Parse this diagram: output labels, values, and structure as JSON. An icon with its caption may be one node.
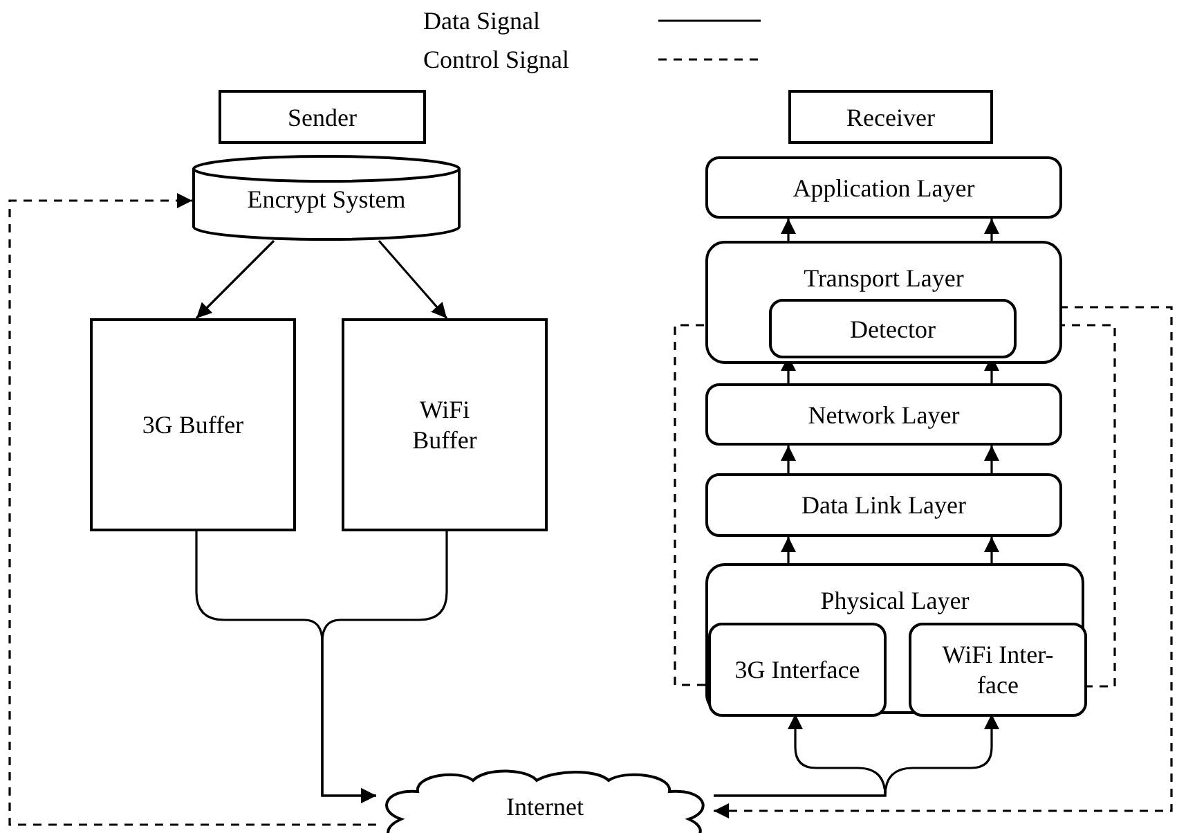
{
  "diagram": {
    "nodes": [
      {
        "text": [
          "Sender"
        ]
      },
      {
        "text": [
          "Encrypt System"
        ]
      },
      {
        "text": [
          "3G Buffer"
        ]
      },
      {
        "text": [
          "WiFi Buffer"
        ]
      },
      {
        "text": [
          "Internet"
        ]
      },
      {
        "text": [
          "Receiver"
        ]
      },
      {
        "text": [
          "Application Layer"
        ]
      },
      {
        "text": [
          "Transport Layer"
        ]
      },
      {
        "text": [
          "Detector"
        ],
        "in": 7
      },
      {
        "text": [
          "Network Layer"
        ]
      },
      {
        "text": [
          "Data Link Layer"
        ]
      },
      {
        "text": [
          "Physical Layer"
        ]
      },
      {
        "text": [
          "3G Interface"
        ],
        "in": 11
      },
      {
        "text": [
          "WiFi Inter-face"
        ],
        "in": 11
      }
    ],
    "edges": [
      {
        "from": 1,
        "to": 2,
        "arrow": "to"
      },
      {
        "from": 1,
        "to": 3,
        "arrow": "to"
      },
      {
        "from": 2,
        "to": 4,
        "arrow": "to"
      },
      {
        "from": 3,
        "to": 4,
        "arrow": "to"
      },
      {
        "from": 4,
        "to": 12,
        "arrow": "to"
      },
      {
        "from": 4,
        "to": 13,
        "arrow": "to"
      },
      {
        "from": 11,
        "to": 10,
        "arrow": "to"
      },
      {
        "from": 11,
        "to": 10,
        "arrow": "to"
      },
      {
        "from": 10,
        "to": 9,
        "arrow": "to"
      },
      {
        "from": 10,
        "to": 9,
        "arrow": "to"
      },
      {
        "from": 9,
        "to": 8,
        "arrow": "to"
      },
      {
        "from": 9,
        "to": 8,
        "arrow": "to"
      },
      {
        "from": 7,
        "to": 6,
        "arrow": "to"
      },
      {
        "from": 7,
        "to": 6,
        "arrow": "to"
      },
      {
        "from": 12,
        "to": 8,
        "arrow": "to",
        "style": "dashed"
      },
      {
        "from": 13,
        "to": 8,
        "arrow": "to",
        "style": "dashed"
      },
      {
        "from": 8,
        "to": 4,
        "arrow": "to",
        "style": "dashed"
      },
      {
        "from": 4,
        "to": 1,
        "arrow": "to",
        "style": "dashed"
      }
    ],
    "legend": [
      {
        "text": "Data Signal"
      },
      {
        "text": "Control Signal"
      }
    ]
  }
}
